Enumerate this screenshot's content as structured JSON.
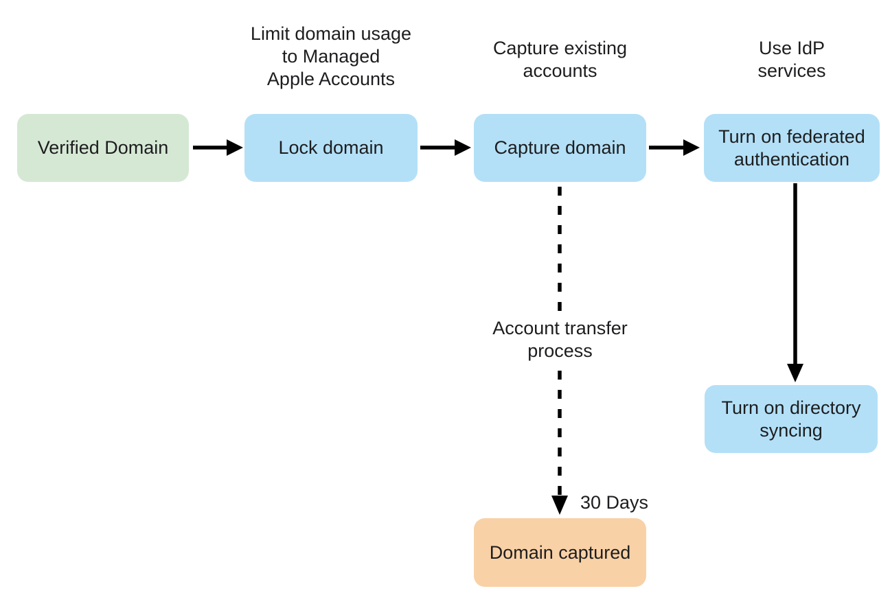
{
  "colors": {
    "canvas_bg": "#ffffff",
    "green_node": "#d5e8d4",
    "blue_node": "#b3e0f7",
    "orange_node": "#f9d1a6",
    "arrow": "#000000",
    "text": "#1d1d1f"
  },
  "nodes": {
    "verified_domain": {
      "label": "Verified Domain"
    },
    "lock_domain": {
      "label": "Lock domain"
    },
    "capture_domain": {
      "label": "Capture domain"
    },
    "federated_authentication": {
      "label": "Turn on federated\nauthentication"
    },
    "directory_syncing": {
      "label": "Turn on directory\nsyncing"
    },
    "domain_captured": {
      "label": "Domain captured"
    }
  },
  "notes": {
    "lock_domain": "Limit domain usage\nto Managed\nApple Accounts",
    "capture_domain": "Capture existing\naccounts",
    "idp_services": "Use IdP\nservices",
    "account_transfer": "Account transfer\nprocess",
    "duration": "30 Days"
  }
}
